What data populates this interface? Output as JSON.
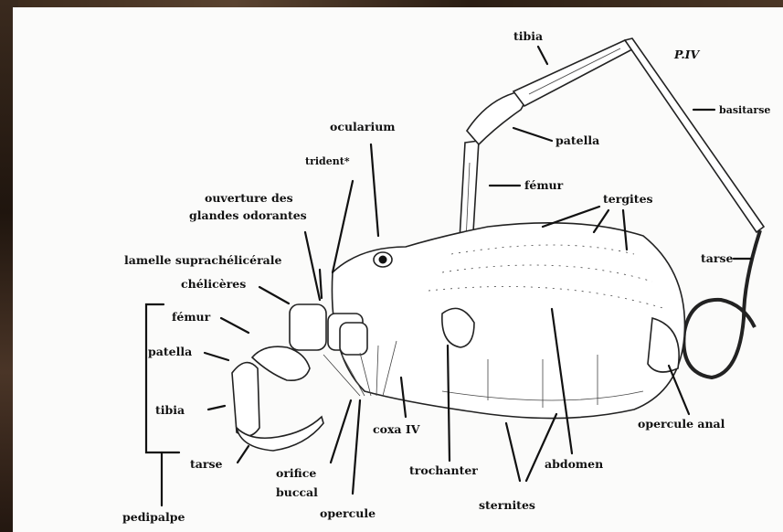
{
  "labels": {
    "tibia_leg": "tibia",
    "piv": "P.IV",
    "basitarse": "basitarse",
    "ocularium": "ocularium",
    "patella_leg": "patella",
    "trident": "trident*",
    "femur_leg": "fémur",
    "tergites": "tergites",
    "ouverture_1": "ouverture des",
    "ouverture_2": "glandes odorantes",
    "lamelle": "lamelle suprachélicérale",
    "tarse_leg": "tarse",
    "cheliceres": "chélicères",
    "femur_palp": "fémur",
    "patella_palp": "patella",
    "tibia_palp": "tibia",
    "tarse_palp": "tarse",
    "pedipalpe": "pedipalpe",
    "coxa": "coxa IV",
    "orifice_1": "orifice",
    "orifice_2": "buccal",
    "opercule_genital": "opercule",
    "trochanter": "trochanter",
    "abdomen": "abdomen",
    "sternites": "sternites",
    "opercule_anal": "opercule anal"
  }
}
